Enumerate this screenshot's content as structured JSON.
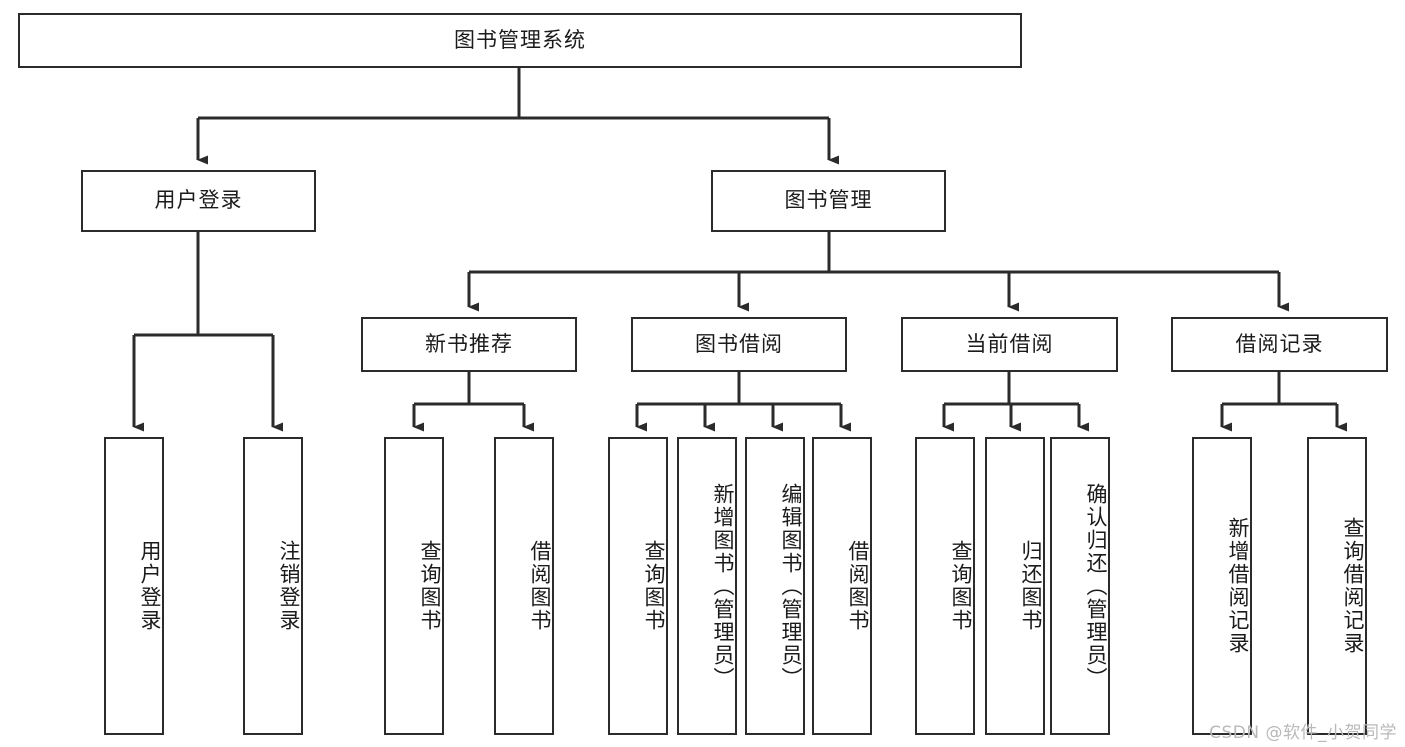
{
  "diagram": {
    "title": "图书管理系统",
    "type": "tree",
    "watermark": "CSDN @软件_小贺同学",
    "colors": {
      "box_border": "#2b2b2b",
      "box_fill": "#ffffff",
      "edge": "#2b2b2b",
      "text": "#1b1b1b",
      "watermark": "#b9b9b9",
      "background": "#ffffff"
    },
    "levels": {
      "root": {
        "label": "图书管理系统"
      },
      "level2": [
        {
          "id": "user-login",
          "label": "用户登录"
        },
        {
          "id": "book-manage",
          "label": "图书管理"
        }
      ],
      "level3": [
        {
          "id": "new-book-recommend",
          "label": "新书推荐",
          "parent": "book-manage"
        },
        {
          "id": "book-borrow",
          "label": "图书借阅",
          "parent": "book-manage"
        },
        {
          "id": "current-borrow",
          "label": "当前借阅",
          "parent": "book-manage"
        },
        {
          "id": "borrow-record",
          "label": "借阅记录",
          "parent": "book-manage"
        }
      ],
      "leaves": [
        {
          "id": "leaf-user-login",
          "label": "用户登录",
          "parent": "user-login"
        },
        {
          "id": "leaf-logout-login",
          "label": "注销登录",
          "parent": "user-login"
        },
        {
          "id": "leaf-query-book-1",
          "label": "查询图书",
          "parent": "new-book-recommend"
        },
        {
          "id": "leaf-borrow-book-1",
          "label": "借阅图书",
          "parent": "new-book-recommend"
        },
        {
          "id": "leaf-query-book-2",
          "label": "查询图书",
          "parent": "book-borrow"
        },
        {
          "id": "leaf-add-book",
          "label": "新增图书（管理员）",
          "parent": "book-borrow"
        },
        {
          "id": "leaf-edit-book",
          "label": "编辑图书（管理员）",
          "parent": "book-borrow"
        },
        {
          "id": "leaf-borrow-book-2",
          "label": "借阅图书",
          "parent": "book-borrow"
        },
        {
          "id": "leaf-query-book-3",
          "label": "查询图书",
          "parent": "current-borrow"
        },
        {
          "id": "leaf-return-book",
          "label": "归还图书",
          "parent": "current-borrow"
        },
        {
          "id": "leaf-confirm-return",
          "label": "确认归还（管理员）",
          "parent": "current-borrow"
        },
        {
          "id": "leaf-add-record",
          "label": "新增借阅记录",
          "parent": "borrow-record"
        },
        {
          "id": "leaf-query-record",
          "label": "查询借阅记录",
          "parent": "borrow-record"
        }
      ]
    }
  }
}
